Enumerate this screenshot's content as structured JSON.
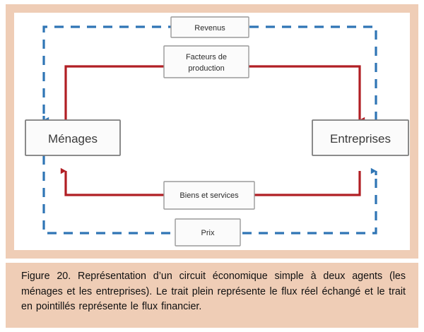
{
  "figure": {
    "caption": "Figure 20.  Représentation d’un circuit économique simple à deux agents (les ménages et les entreprises). Le trait plein représente le flux réel échangé et le trait en pointillés représente le flux financier."
  },
  "diagram": {
    "type": "economic-circular-flow",
    "agents": [
      {
        "id": "menages",
        "label": "Ménages"
      },
      {
        "id": "entreprises",
        "label": "Entreprises"
      }
    ],
    "flow_labels": [
      {
        "id": "revenus",
        "label": "Revenus",
        "flow": "financier",
        "direction": "entreprises-to-menages"
      },
      {
        "id": "facteurs-de-production",
        "line1": "Facteurs de",
        "line2": "production",
        "label": "Facteurs de production",
        "flow": "reel",
        "direction": "menages-to-entreprises"
      },
      {
        "id": "biens-et-services",
        "label": "Biens et services",
        "flow": "reel",
        "direction": "entreprises-to-menages"
      },
      {
        "id": "prix",
        "label": "Prix",
        "flow": "financier",
        "direction": "menages-to-entreprises"
      }
    ],
    "legend": {
      "real_flow_description": "Le trait plein représente le flux réel échangé",
      "financial_flow_description": "le trait en pointillés représente le flux financier"
    },
    "colors": {
      "real_flow": "#b11f24",
      "financial_flow": "#2f75b5",
      "frame": "#efcdb6",
      "panel": "#ffffff",
      "box_fill": "#fbfbfb",
      "box_stroke": "#9a9a9a",
      "text": "#3a3a3a"
    }
  }
}
